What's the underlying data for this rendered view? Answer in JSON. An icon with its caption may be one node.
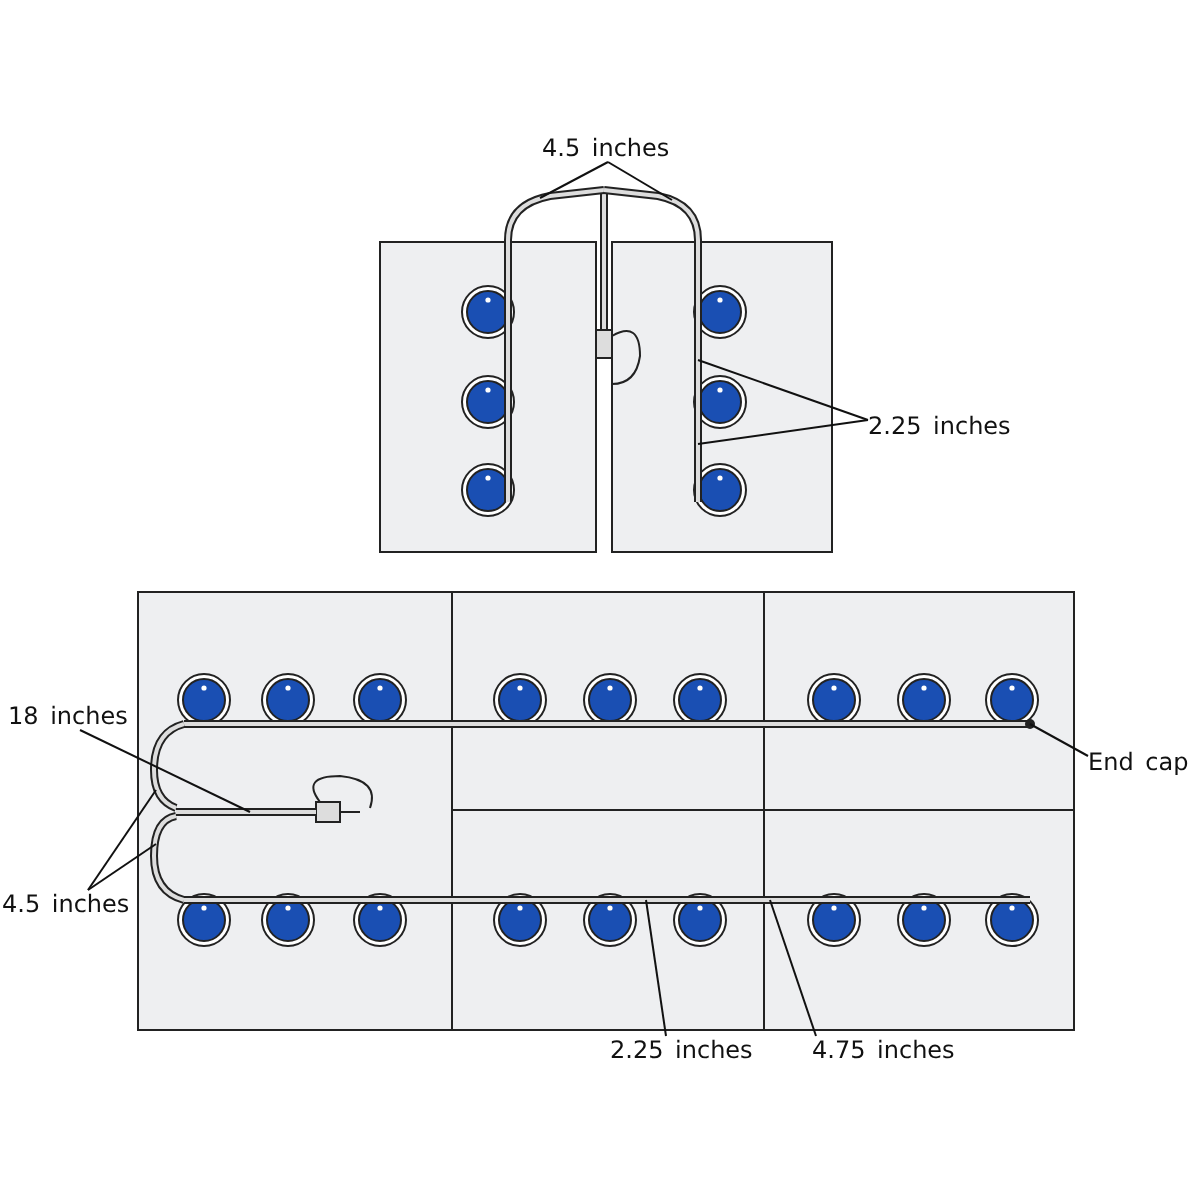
{
  "diagram": {
    "nodes": [
      {
        "text": [
          "4.5 inches"
        ]
      },
      {
        "text": [
          "2.25 inches"
        ]
      },
      {
        "text": [
          "18 inches"
        ]
      },
      {
        "text": [
          "4.5 inches"
        ]
      },
      {
        "text": [
          "End cap"
        ]
      },
      {
        "text": [
          "2.25 inches"
        ]
      },
      {
        "text": [
          "4.75 inches"
        ]
      },
      {
        "text": [],
        "shape": "tube"
      },
      {
        "text": [],
        "shape": "tube"
      },
      {
        "text": [],
        "shape": "tube"
      },
      {
        "text": [],
        "shape": "tube"
      },
      {
        "text": [],
        "shape": "tube"
      },
      {
        "text": [],
        "shape": "circle"
      },
      {
        "text": [],
        "shape": "tube"
      }
    ],
    "edges": [
      {
        "from": 0,
        "to": 7,
        "arrow": "none"
      },
      {
        "from": 0,
        "to": 8,
        "arrow": "none"
      },
      {
        "from": 1,
        "to": 8,
        "arrow": "none"
      },
      {
        "from": 1,
        "to": 8,
        "arrow": "none"
      },
      {
        "from": 2,
        "to": 9,
        "arrow": "none"
      },
      {
        "from": 3,
        "to": 10,
        "arrow": "none"
      },
      {
        "from": 3,
        "to": 11,
        "arrow": "none"
      },
      {
        "from": 4,
        "to": 12,
        "arrow": "none"
      },
      {
        "from": 5,
        "to": 13,
        "arrow": "none"
      },
      {
        "from": 6,
        "to": 13,
        "arrow": "none"
      }
    ]
  }
}
